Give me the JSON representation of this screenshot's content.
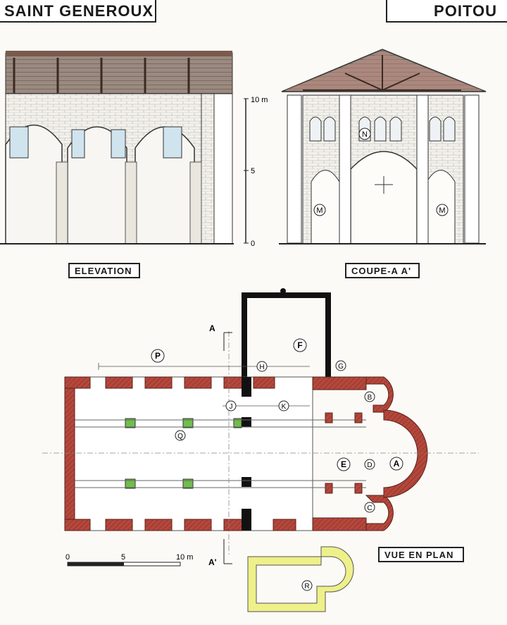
{
  "header": {
    "site": "SAINT GENEROUX",
    "region": "POITOU"
  },
  "captions": {
    "elevation": "ELEVATION",
    "section": "COUPE-A A'",
    "plan": "VUE EN PLAN"
  },
  "elevation_scale": {
    "top": "10 m",
    "mid": "5",
    "zero": "0"
  },
  "plan_scale": {
    "zero": "0",
    "mid": "5",
    "end": "10 m"
  },
  "section_markers": {
    "a_top": "A",
    "a_bottom": "A'"
  },
  "plan_labels": {
    "A": "A",
    "B": "B",
    "C": "C",
    "D": "D",
    "E": "E",
    "F": "F",
    "G": "G",
    "H": "H",
    "J": "J",
    "K": "K",
    "P": "P",
    "Q": "Q",
    "R": "R"
  },
  "section_labels": {
    "N": "N",
    "M_left": "M",
    "M_right": "M"
  },
  "colors": {
    "wall_red": "#b4473c",
    "pier_green": "#6fbf4a",
    "annex_yellow": "#eef08a",
    "tower_black": "#111111",
    "roof_brown": "#8a6a5a",
    "window_blue": "#cfe3ee"
  }
}
